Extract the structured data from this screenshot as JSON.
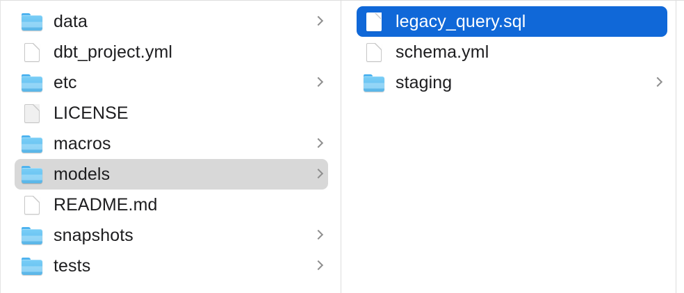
{
  "view": {
    "name": "finder-column-view",
    "accent_selection_color": "#1068d8",
    "inactive_selection_color": "#d8d8d8",
    "background_color": "#ffffff",
    "divider_color": "#dcdcdc",
    "chevron_glyph": "chevron-right-icon"
  },
  "columns": [
    {
      "name": "parent-column",
      "items": [
        {
          "label": "data",
          "icon": "folder-icon",
          "kind": "folder",
          "has_chevron": true,
          "selected": "none"
        },
        {
          "label": "dbt_project.yml",
          "icon": "document-icon",
          "kind": "file",
          "has_chevron": false,
          "selected": "none"
        },
        {
          "label": "etc",
          "icon": "folder-icon",
          "kind": "folder",
          "has_chevron": true,
          "selected": "none"
        },
        {
          "label": "LICENSE",
          "icon": "document-icon",
          "kind": "file",
          "has_chevron": false,
          "selected": "none"
        },
        {
          "label": "macros",
          "icon": "folder-icon",
          "kind": "folder",
          "has_chevron": true,
          "selected": "none"
        },
        {
          "label": "models",
          "icon": "folder-icon",
          "kind": "folder",
          "has_chevron": true,
          "selected": "inactive"
        },
        {
          "label": "README.md",
          "icon": "document-icon",
          "kind": "file",
          "has_chevron": false,
          "selected": "none"
        },
        {
          "label": "snapshots",
          "icon": "folder-icon",
          "kind": "folder",
          "has_chevron": true,
          "selected": "none"
        },
        {
          "label": "tests",
          "icon": "folder-icon",
          "kind": "folder",
          "has_chevron": true,
          "selected": "none"
        }
      ]
    },
    {
      "name": "child-column",
      "items": [
        {
          "label": "legacy_query.sql",
          "icon": "document-icon",
          "kind": "file",
          "has_chevron": false,
          "selected": "active"
        },
        {
          "label": "schema.yml",
          "icon": "document-icon",
          "kind": "file",
          "has_chevron": false,
          "selected": "none"
        },
        {
          "label": "staging",
          "icon": "folder-icon",
          "kind": "folder",
          "has_chevron": true,
          "selected": "none"
        }
      ]
    }
  ]
}
